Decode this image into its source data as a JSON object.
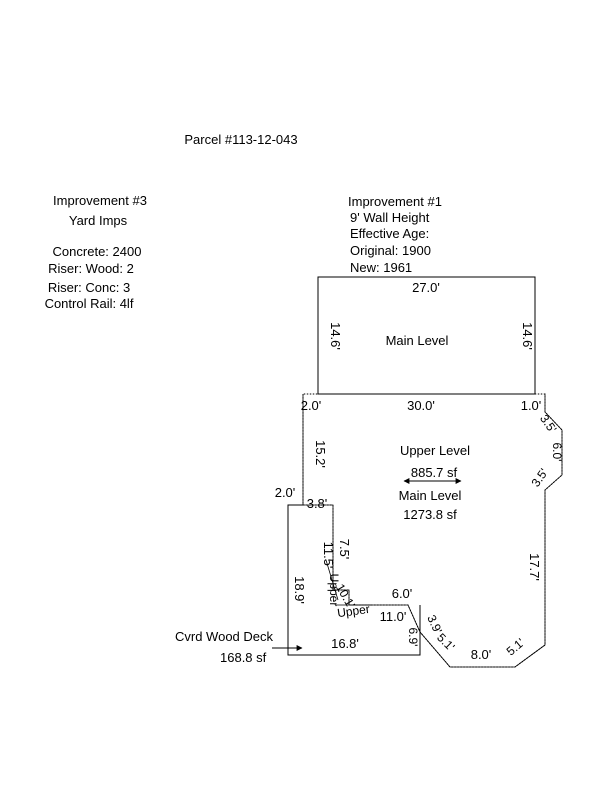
{
  "parcel": "Parcel #113-12-043",
  "improvement3": {
    "title": "Improvement #3",
    "subtitle": "Yard Imps",
    "concrete": "Concrete: 2400",
    "riser_wood": "Riser: Wood: 2",
    "riser_conc": "Riser: Conc: 3",
    "control_rail": "Control Rail: 4lf"
  },
  "improvement1": {
    "title": "Improvement #1",
    "wall_height": "9' Wall Height",
    "effective_age": "Effective Age:",
    "original": "Original: 1900",
    "new": "New: 1961"
  },
  "areas": {
    "main_level_top": "Main Level",
    "upper_level": "Upper Level",
    "upper_level_sf": "885.7 sf",
    "main_level": "Main Level",
    "main_level_sf": "1273.8 sf",
    "deck_label": "Cvrd Wood Deck",
    "deck_sf": "168.8 sf",
    "stair_upper": "Upper",
    "stair_upper_vertical": "Upper"
  },
  "dims": {
    "top_width": "27.0'",
    "left_height": "14.6'",
    "right_height": "14.6'",
    "mid_left": "2.0'",
    "mid_center": "30.0'",
    "mid_right": "1.0'",
    "diag_a": "3.5'",
    "diag_b": "6.0'",
    "diag_c": "3.5'",
    "left_wall": "15.2'",
    "deck_top": "2.0'",
    "step_a": "3.8'",
    "vert_a": "11.5'",
    "vert_b": "7.5'",
    "vert_c": "10.1'",
    "right_wall": "17.7'",
    "step_b": "6.0'",
    "step_c": "11.0'",
    "deck_left": "18.9'",
    "deck_bottom": "16.8'",
    "small_a": "6.9'",
    "small_b": "3.9'",
    "diag_d": "5.1'",
    "bottom": "8.0'",
    "diag_e": "5.1'"
  }
}
